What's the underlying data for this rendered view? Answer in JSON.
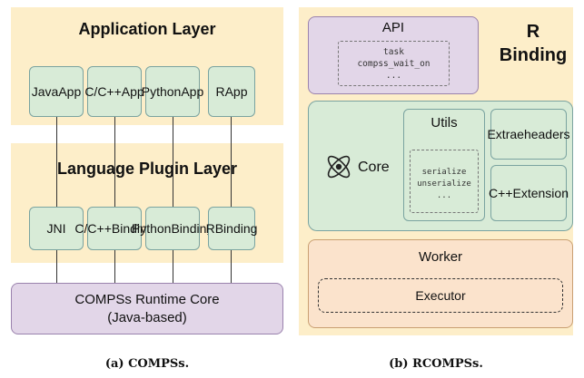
{
  "left": {
    "application_layer": {
      "title": "Application Layer",
      "apps": [
        {
          "line1": "Java",
          "line2": "App"
        },
        {
          "line1": "C/C++",
          "line2": "App"
        },
        {
          "line1": "Python",
          "line2": "App"
        },
        {
          "line1": "R",
          "line2": "App"
        }
      ]
    },
    "plugin_layer": {
      "title": "Language Plugin Layer",
      "plugins": [
        {
          "line1": "JNI",
          "line2": ""
        },
        {
          "line1": "C/C++",
          "line2": "Binding"
        },
        {
          "line1": "Python",
          "line2": "Binding"
        },
        {
          "line1": "R",
          "line2": "Binding"
        }
      ]
    },
    "runtime": {
      "line1": "COMPSs Runtime Core",
      "line2": "(Java-based)"
    },
    "caption": "(a) COMPSs."
  },
  "right": {
    "title_line1": "R",
    "title_line2": "Binding",
    "api": {
      "title": "API",
      "code": [
        "task",
        "compss_wait_on",
        "..."
      ]
    },
    "core": {
      "label": "Core"
    },
    "utils": {
      "title": "Utils",
      "code": [
        "serialize",
        "unserialize",
        "..."
      ]
    },
    "extrae": {
      "line1": "Extrae",
      "line2": "headers"
    },
    "cpp": {
      "line1": "C++",
      "line2": "Extension"
    },
    "worker": {
      "title": "Worker",
      "executor": "Executor"
    },
    "caption": "(b) RCOMPSs."
  }
}
